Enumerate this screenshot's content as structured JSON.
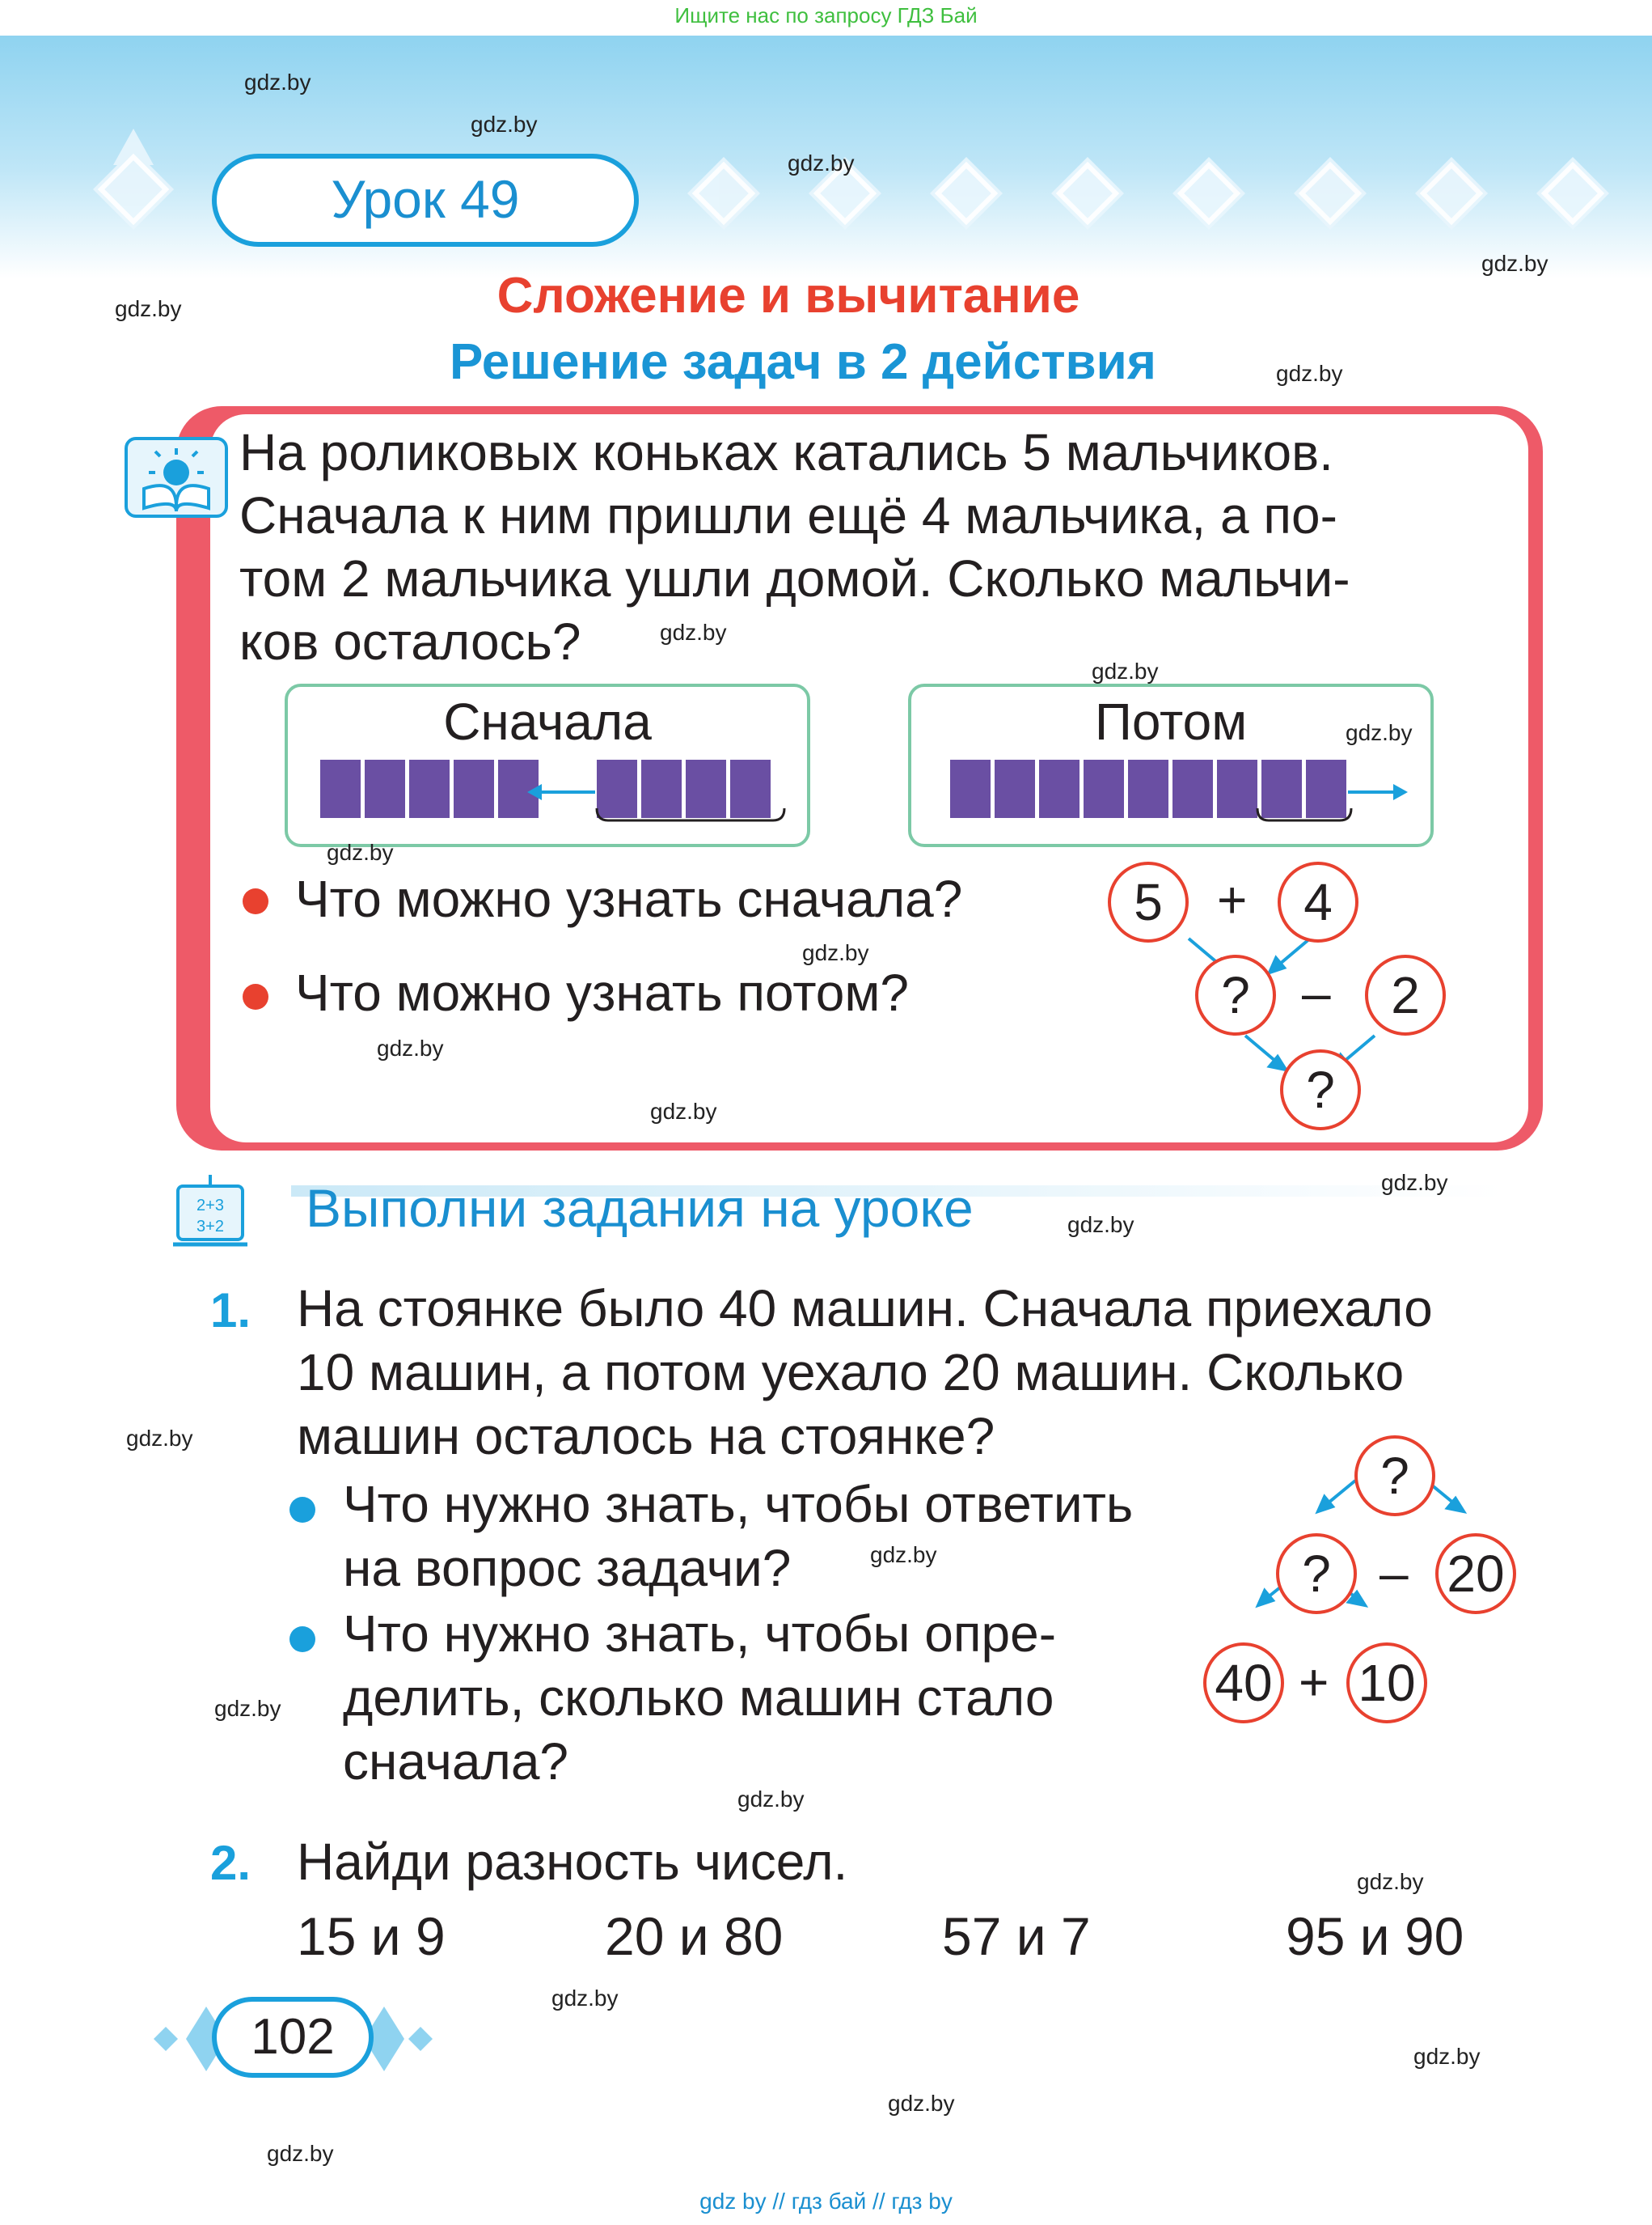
{
  "header": {
    "search_note": "Ищите нас по запросу ГДЗ Бай",
    "lesson_label": "Урок 49",
    "title_line1": "Сложение и вычитание",
    "title_line2": "Решение задач в 2 действия"
  },
  "watermark": "gdz.by",
  "task": {
    "lines": [
      "На роликовых коньках катались 5 мальчиков.",
      "Сначала к ним пришли ещё 4 мальчика, а по-",
      "том 2 мальчика ушли домой. Сколько мальчи-",
      "ков осталось?"
    ],
    "scheme_first_title": "Сначала",
    "scheme_then_title": "Потом",
    "scheme_first_left_squares": 5,
    "scheme_first_right_squares": 4,
    "scheme_then_squares": 9,
    "question1": "Что можно узнать сначала?",
    "question2": "Что можно узнать потом?",
    "tree": {
      "a": "5",
      "op1": "+",
      "b": "4",
      "c": "?",
      "op2": "–",
      "d": "2",
      "result": "?"
    }
  },
  "section": {
    "board_line1": "2+3",
    "board_line2": "3+2",
    "title": "Выполни задания на уроке"
  },
  "exercise1": {
    "number": "1.",
    "lines": [
      "На стоянке было 40 машин. Сначала приехало",
      "10 машин, а потом уехало 20 машин. Сколько",
      "машин осталось на стоянке?"
    ],
    "bullet1": [
      "Что нужно знать, чтобы ответить",
      "на вопрос задачи?"
    ],
    "bullet2": [
      "Что нужно знать, чтобы опре-",
      "делить, сколько машин стало",
      "сначала?"
    ],
    "tree": {
      "top": "?",
      "mid": "?",
      "op1": "–",
      "right": "20",
      "bl": "40",
      "op2": "+",
      "br": "10"
    }
  },
  "exercise2": {
    "number": "2.",
    "title": "Найди разность чисел.",
    "pairs": [
      "15 и 9",
      "20 и 80",
      "57 и 7",
      "95 и 90"
    ]
  },
  "page_number": "102",
  "footer": "gdz by  //  гдз бай  //  гдз by"
}
